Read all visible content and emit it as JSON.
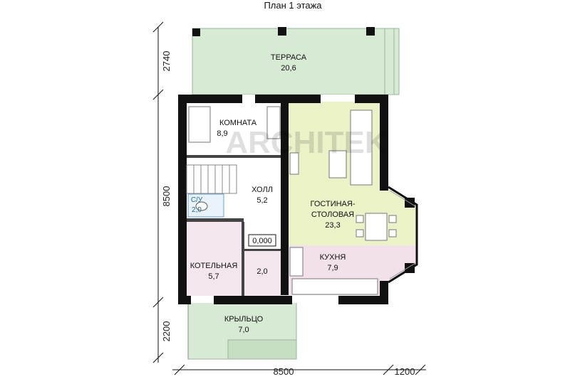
{
  "title": "План 1 этажа",
  "rooms": {
    "terrace": {
      "name": "ТЕРРАСА",
      "area": "20,6"
    },
    "room": {
      "name": "КОМНАТА",
      "area": "8,9"
    },
    "bath": {
      "name": "С/У",
      "area": "2,0"
    },
    "hall": {
      "name": "ХОЛЛ",
      "area": "5,2"
    },
    "living": {
      "name": "ГОСТИНАЯ-",
      "name2": "СТОЛОВАЯ",
      "area": "23,3"
    },
    "boiler": {
      "name": "КОТЕЛЬНАЯ",
      "area": "5,7"
    },
    "store": {
      "area": "2,0"
    },
    "kitchen": {
      "name": "КУХНЯ",
      "area": "7,9"
    },
    "porch": {
      "name": "КРЫЛЬЦО",
      "area": "7,0"
    }
  },
  "level_mark": "0,000",
  "dimensions": {
    "left_top": "2740",
    "left_mid": "8500",
    "left_bottom": "2200",
    "bottom_main": "8500",
    "bottom_right": "1200"
  },
  "watermark": "ARCHITEK",
  "colors": {
    "terrace_fill": "#d7ebd4",
    "living_fill": "#ebf2c8",
    "kitchen_fill": "#f2e0ea",
    "boiler_fill": "#f3e6ee",
    "wall": "#111111"
  }
}
